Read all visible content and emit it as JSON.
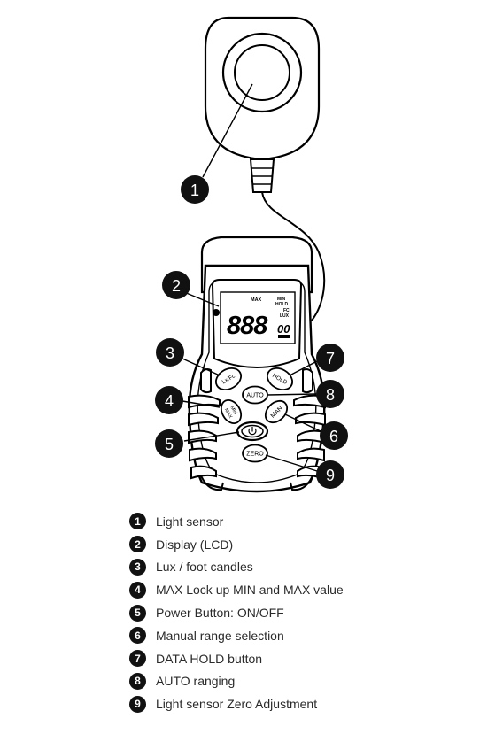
{
  "buttons": {
    "lux_fc": "Lx/Fc",
    "hold": "HOLD",
    "auto": "AUTO",
    "min_max_top": "MIN",
    "min_max_bottom": "MAX",
    "man": "MAN",
    "zero": "ZERO"
  },
  "lcd": {
    "max_label": "MAX",
    "min_label": "MIN",
    "hold_label": "HOLD",
    "fc_label": "FC",
    "lux_label": "LUX",
    "digits": "888",
    "small_digits": "00"
  },
  "callouts": [
    "1",
    "2",
    "3",
    "4",
    "5",
    "6",
    "7",
    "8",
    "9"
  ],
  "legend": [
    {
      "num": "1",
      "label": "Light sensor"
    },
    {
      "num": "2",
      "label": "Display (LCD)"
    },
    {
      "num": "3",
      "label": "Lux / foot candles"
    },
    {
      "num": "4",
      "label": "MAX Lock up MIN and MAX value"
    },
    {
      "num": "5",
      "label": "Power Button: ON/OFF"
    },
    {
      "num": "6",
      "label": "Manual range selection"
    },
    {
      "num": "7",
      "label": "DATA HOLD button"
    },
    {
      "num": "8",
      "label": "AUTO ranging"
    },
    {
      "num": "9",
      "label": "Light sensor Zero Adjustment"
    }
  ]
}
